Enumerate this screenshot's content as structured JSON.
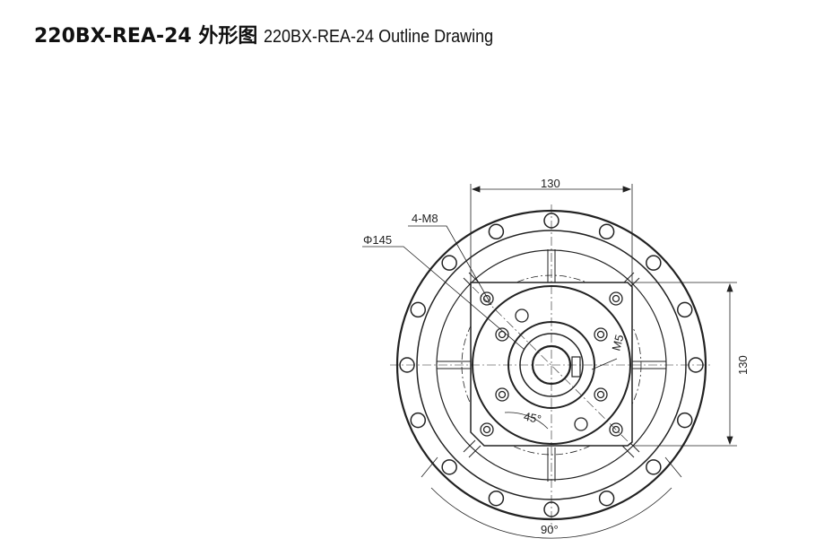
{
  "title": {
    "model_cn": "220BX-REA-24 外形图",
    "model_en": "220BX-REA-24 Outline Drawing"
  },
  "dimensions": {
    "width_top": "130",
    "height_right": "130",
    "bolt_label": "4-M8",
    "diameter_label": "Φ145",
    "thread_label": "M5",
    "angle_inner": "45°",
    "angle_outer": "90°"
  }
}
